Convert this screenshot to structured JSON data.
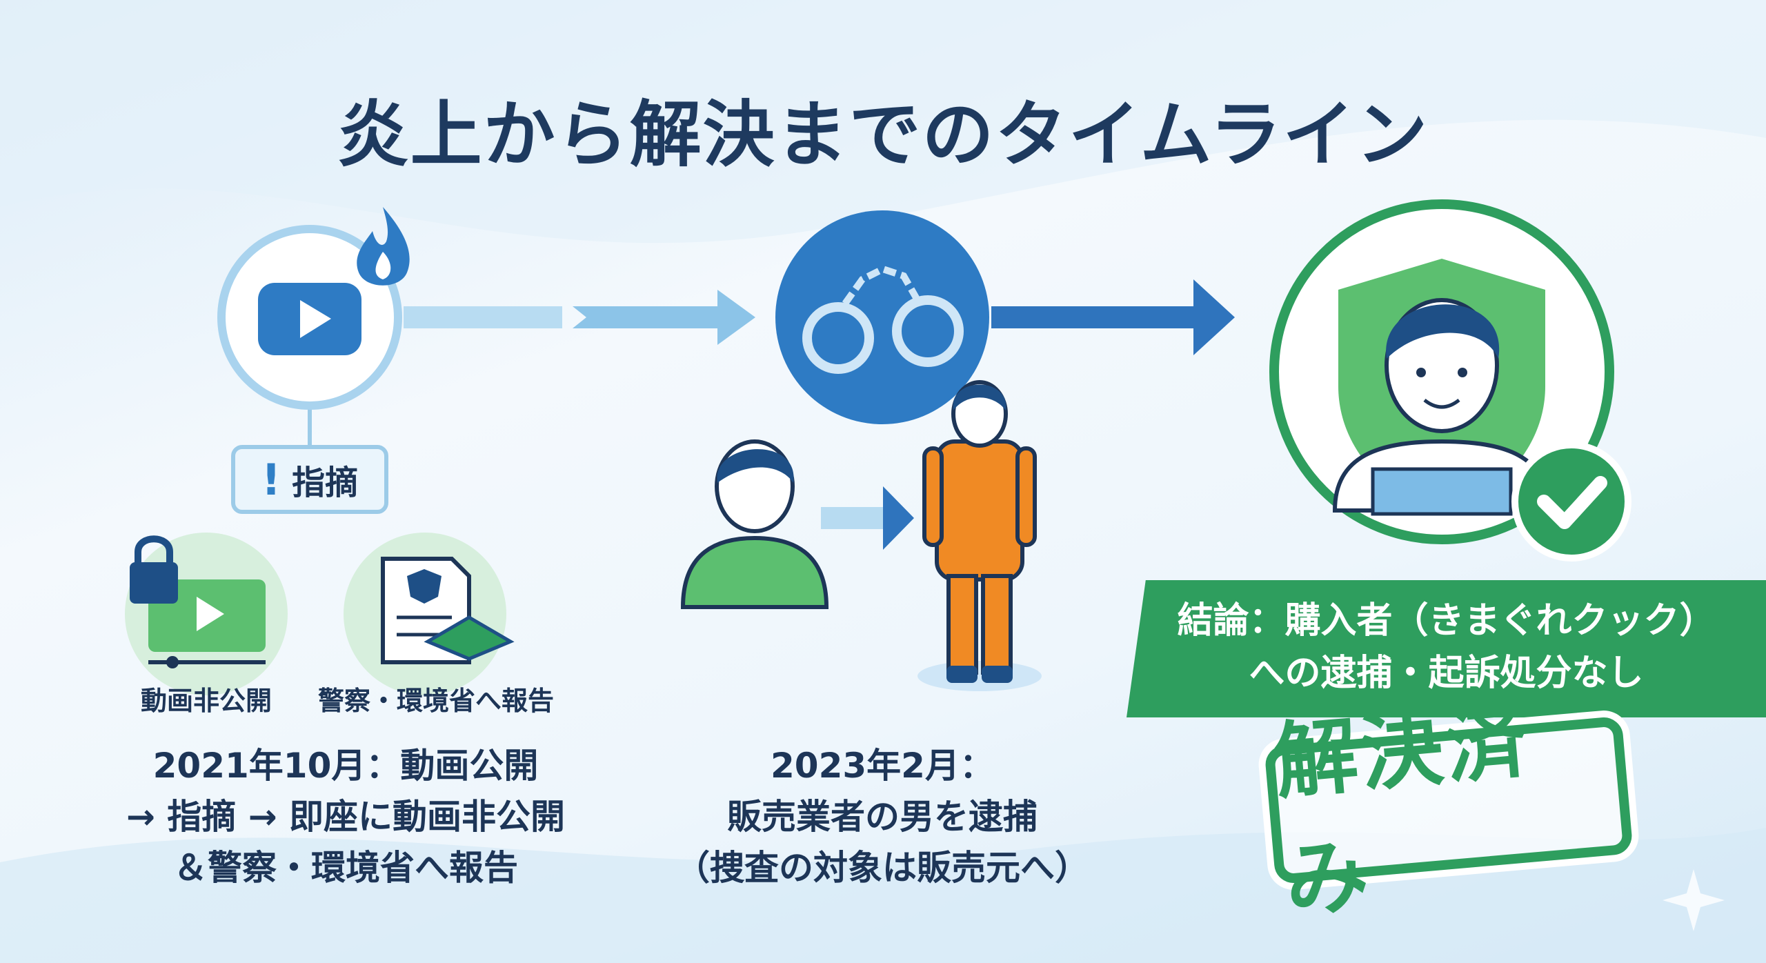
{
  "title": "炎上から解決までのタイムライン",
  "step1": {
    "bubble_label": "指摘",
    "action1_label": "動画非公開",
    "action2_label": "警察・環境省へ報告",
    "lines": [
      "2021年10月：動画公開",
      "→ 指摘 → 即座に動画非公開",
      "＆警察・環境省へ報告"
    ]
  },
  "step2": {
    "lines": [
      "2023年2月：",
      "販売業者の男を逮捕",
      "（捜査の対象は販売元へ）"
    ]
  },
  "step3": {
    "conclusion_lines": [
      "結論：購入者（きまぐれクック）",
      "への逮捕・起訴処分なし"
    ],
    "stamp": "解決済み"
  },
  "colors": {
    "navy": "#1e3a5f",
    "blue": "#2e7bc4",
    "light_blue": "#9ccbe8",
    "green": "#2e9e5e",
    "orange": "#f08a24"
  }
}
